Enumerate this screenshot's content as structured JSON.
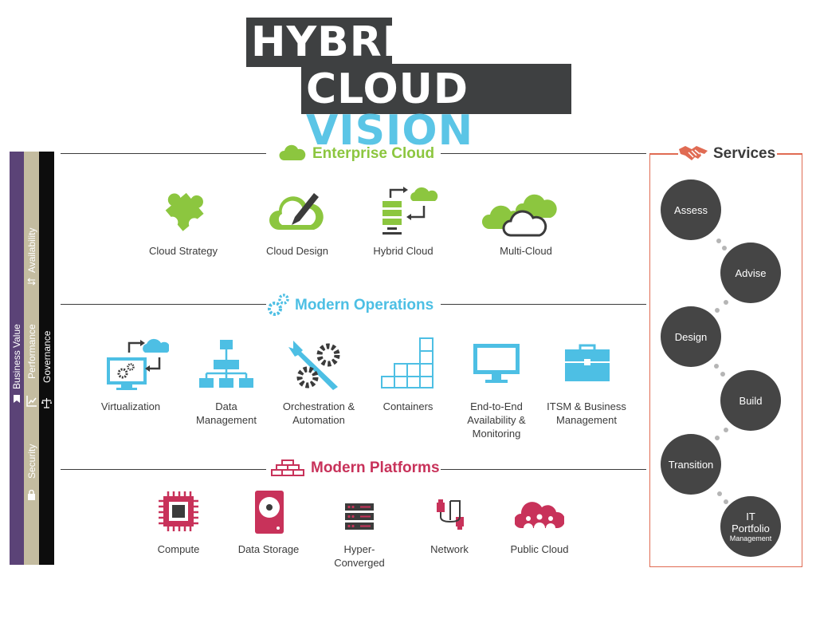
{
  "title": {
    "line1": "HYBRID",
    "line2_a": "CLOUD",
    "line2_b": "VISION"
  },
  "colors": {
    "green": "#8cc63f",
    "blue": "#4dbfe4",
    "red": "#c8325a",
    "dark": "#454545",
    "services_border": "#e06b53"
  },
  "side_bars": {
    "business_value": "Business Value",
    "performance": "Performance",
    "availability": "Availability",
    "security": "Security",
    "governance": "Governance"
  },
  "sections": {
    "enterprise_cloud": {
      "title": "Enterprise Cloud",
      "items": [
        "Cloud Strategy",
        "Cloud Design",
        "Hybrid Cloud",
        "Multi-Cloud"
      ]
    },
    "modern_operations": {
      "title": "Modern Operations",
      "items": [
        "Virtualization",
        "Data Management",
        "Orchestration & Automation",
        "Containers",
        "End-to-End Availability & Monitoring",
        "ITSM & Business Management"
      ]
    },
    "modern_platforms": {
      "title": "Modern Platforms",
      "items": [
        "Compute",
        "Data Storage",
        "Hyper-Converged",
        "Network",
        "Public Cloud"
      ]
    }
  },
  "services": {
    "title": "Services",
    "steps": [
      "Assess",
      "Advise",
      "Design",
      "Build",
      "Transition",
      "IT Portfolio Management"
    ],
    "last_step_lines": [
      "IT",
      "Portfolio",
      "Management"
    ]
  }
}
